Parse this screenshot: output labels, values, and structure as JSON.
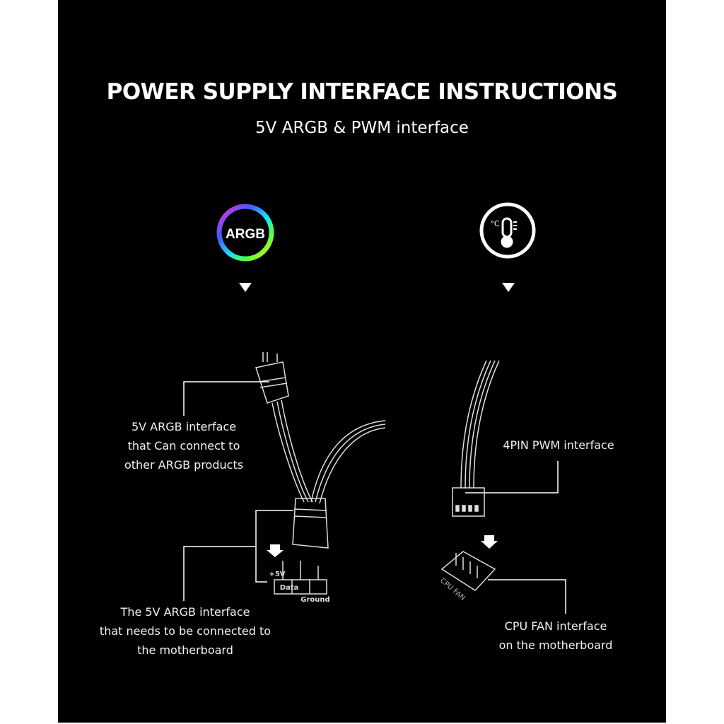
{
  "header": {
    "title": "POWER SUPPLY INTERFACE INSTRUCTIONS",
    "subtitle": "5V ARGB & PWM interface"
  },
  "left": {
    "icon_label": "ARGB",
    "callout_top": [
      "5V ARGB interface",
      "that Can connect to",
      "other ARGB products"
    ],
    "callout_bottom": [
      "The 5V ARGB interface",
      "that needs to be connected to",
      "the motherboard"
    ],
    "pins": [
      "+5V",
      "Data",
      "Ground"
    ]
  },
  "right": {
    "icon_label": "°C",
    "callout_top": "4PIN PWM interface",
    "header_label": "CPU FAN",
    "callout_bottom": [
      "CPU FAN interface",
      "on the motherboard"
    ]
  }
}
